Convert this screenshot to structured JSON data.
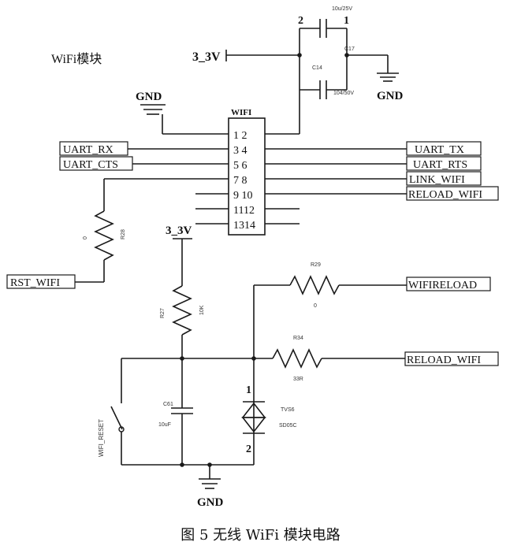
{
  "module_title": "WiFi模块",
  "chip_label": "WIFI",
  "pin_rows": [
    "1  2",
    "3  4",
    "5  6",
    "7  8",
    "9 10",
    "1112",
    "1314"
  ],
  "net_labels": {
    "uart_rx": "UART_RX",
    "uart_cts": "UART_CTS",
    "rst_wifi": "RST_WIFI",
    "uart_tx": "UART_TX",
    "uart_rts": "UART_RTS",
    "link_wifi": "LINK_WIFI",
    "reload_wifi_top": "RELOAD_WIFI",
    "wifireload": "WIFIRELOAD",
    "reload_wifi_bottom": "RELOAD_WIFI"
  },
  "power": {
    "top": "3_3V",
    "mid": "3_3V",
    "gnd_left": "GND",
    "gnd_right": "GND",
    "gnd_bottom": "GND"
  },
  "components": {
    "c17": {
      "ref": "C17",
      "value": "10u/25V",
      "pin2": "2",
      "pin1": "1"
    },
    "c14": {
      "ref": "C14",
      "value": "104/50V"
    },
    "r28": {
      "ref": "R28",
      "value": "0"
    },
    "r27": {
      "ref": "R27",
      "value": "10K"
    },
    "r29": {
      "ref": "R29",
      "value": "0"
    },
    "r34": {
      "ref": "R34",
      "value": "33R"
    },
    "c61": {
      "ref": "C61",
      "value": "10uF"
    },
    "tvs": {
      "ref": "TVS6",
      "value": "SD05C",
      "pin1": "1",
      "pin2": "2"
    },
    "switch": {
      "ref": "WIFI_RESET"
    }
  },
  "caption": "图 5    无线 WiFi 模块电路"
}
